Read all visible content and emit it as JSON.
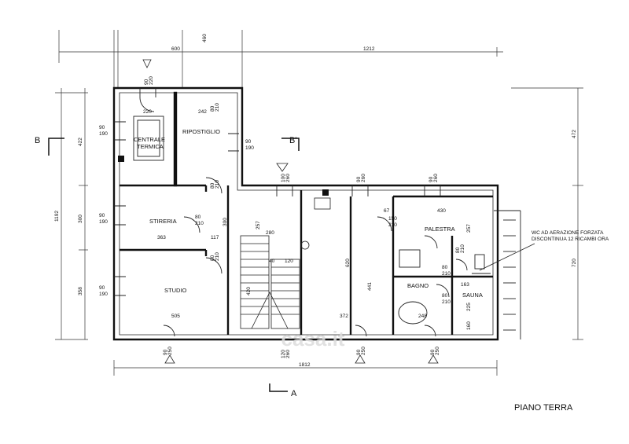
{
  "title": "PIANO TERRA",
  "rooms": {
    "centrale_termica": "CENTRALE\nTERMICA",
    "ripostiglio": "RIPOSTIGLIO",
    "stireria": "STIRERIA",
    "studio": "STUDIO",
    "palestra": "PALESTRA",
    "bagno": "BAGNO",
    "sauna": "SAUNA"
  },
  "note": [
    "WC AD AERAZIONE FORZATA",
    "DISCONTINUA 12 RICAMBI ORA"
  ],
  "sections": {
    "b": "B",
    "b_prime": "B'",
    "a": "A"
  },
  "dimensions": {
    "top_600": "600",
    "top_460": "460",
    "top_1212": "1212",
    "left_422": "422",
    "left_300": "300",
    "left_358": "358",
    "left_1192": "1192",
    "right_472": "472",
    "right_720": "720",
    "bottom_1812": "1812",
    "r220": "220",
    "r242": "242",
    "r363": "363",
    "r117": "117",
    "r505": "505",
    "r280": "280",
    "r257a": "257",
    "r40": "40",
    "r120": "120",
    "r620": "620",
    "r441": "441",
    "r372": "372",
    "r420": "420",
    "r430": "430",
    "r67": "67",
    "r257b": "257",
    "r248": "248",
    "r225": "225",
    "r160": "160",
    "r163": "163",
    "r300b": "300"
  },
  "openings": {
    "o1": [
      "90",
      "220"
    ],
    "o2": [
      "90",
      "190"
    ],
    "o3": [
      "90",
      "190"
    ],
    "o4": [
      "80",
      "210"
    ],
    "o5": [
      "100",
      "260"
    ],
    "o6": [
      "90",
      "260"
    ],
    "o7": [
      "90",
      "260"
    ],
    "o8": [
      "90",
      "190"
    ],
    "o9": [
      "80",
      "210"
    ],
    "o10": [
      "80",
      "210"
    ],
    "o11": [
      "90",
      "190"
    ],
    "o12": [
      "150",
      "210"
    ],
    "o13": [
      "80",
      "210"
    ],
    "o14": [
      "80",
      "210"
    ],
    "o15": [
      "80",
      "210"
    ],
    "o16": [
      "90",
      "250"
    ],
    "o17": [
      "120",
      "260"
    ],
    "o18": [
      "90",
      "250"
    ],
    "o19": [
      "90",
      "250"
    ],
    "o20": [
      "80",
      "210"
    ]
  },
  "watermark": "casa.it"
}
